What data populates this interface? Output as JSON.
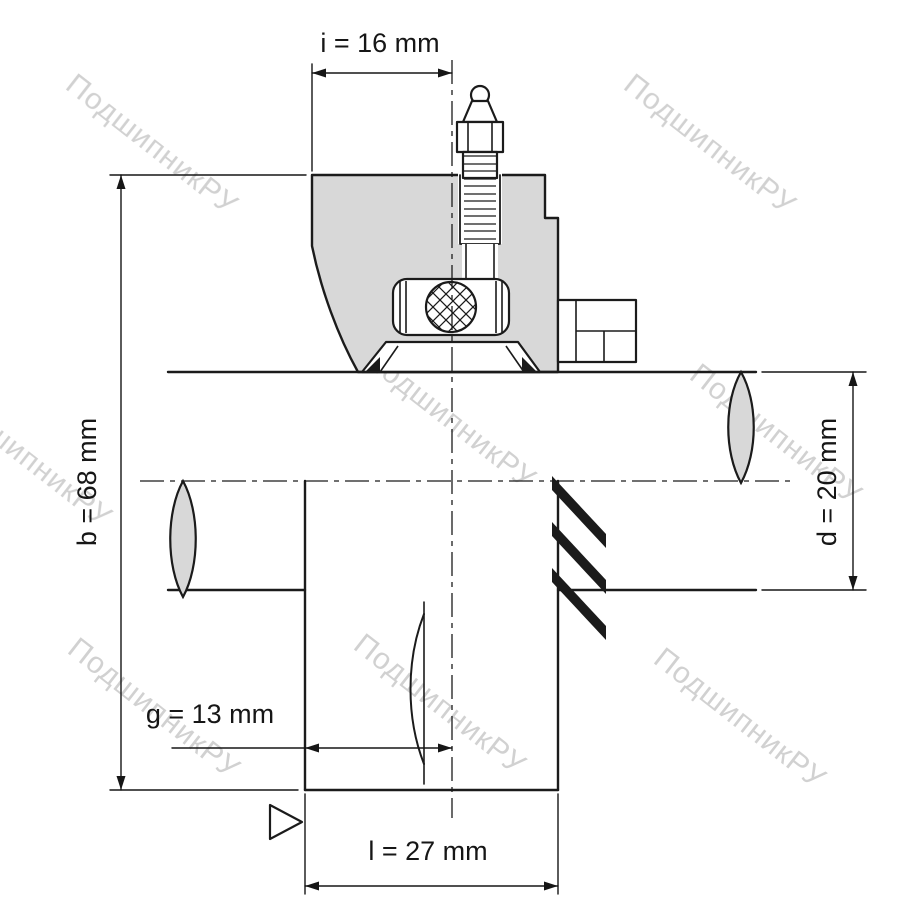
{
  "drawing": {
    "watermark": "ПодшипникРУ",
    "dimensions": {
      "i": "i = 16 mm",
      "b": "b = 68 mm",
      "d": "d = 20 mm",
      "g": "g = 13 mm",
      "l": "l = 27 mm"
    },
    "colors": {
      "line": "#1b1b1b",
      "section_fill": "#d8d8d8",
      "watermark": "#c6c6c6",
      "background": "#ffffff"
    }
  }
}
